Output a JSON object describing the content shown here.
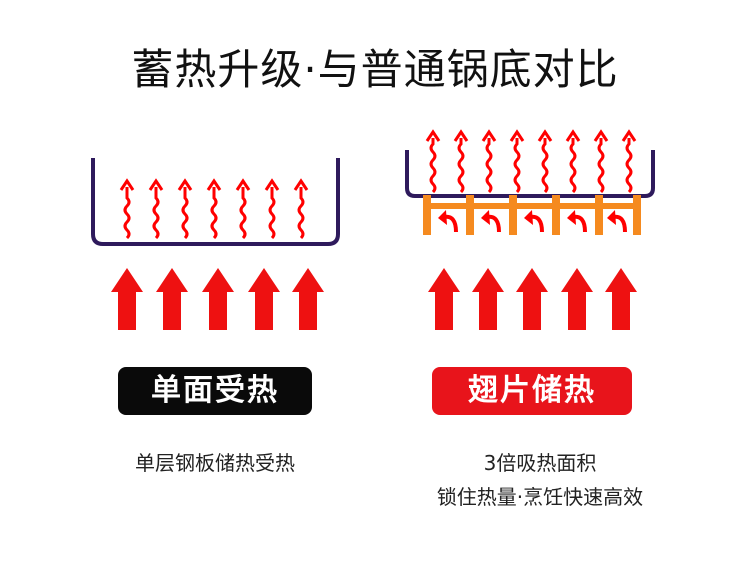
{
  "title": "蓄热升级·与普通锅底对比",
  "left": {
    "label": "单面受热",
    "description": "单层钢板储热受热",
    "label_bg": "#0a0a0a"
  },
  "right": {
    "label": "翅片储热",
    "description_lines": [
      "3倍吸热面积",
      "锁住热量·烹饪快速高效"
    ],
    "label_bg": "#e8141b"
  },
  "colors": {
    "pan_outline": "#2e1a5c",
    "heat_arrow": "#ff0000",
    "fin": "#f58a1f",
    "flame_arrow": "#ee1111"
  }
}
